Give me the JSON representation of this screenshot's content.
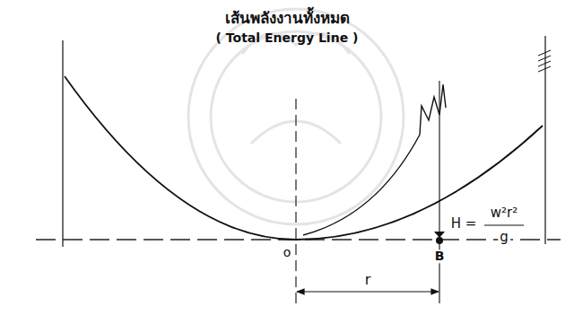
{
  "diagram": {
    "title": "เส้นพลังงานทั้งหมด",
    "labels": [
      "( Total Energy Line )",
      "H =",
      "w²r²",
      "g",
      "o",
      "B",
      "r"
    ]
  }
}
